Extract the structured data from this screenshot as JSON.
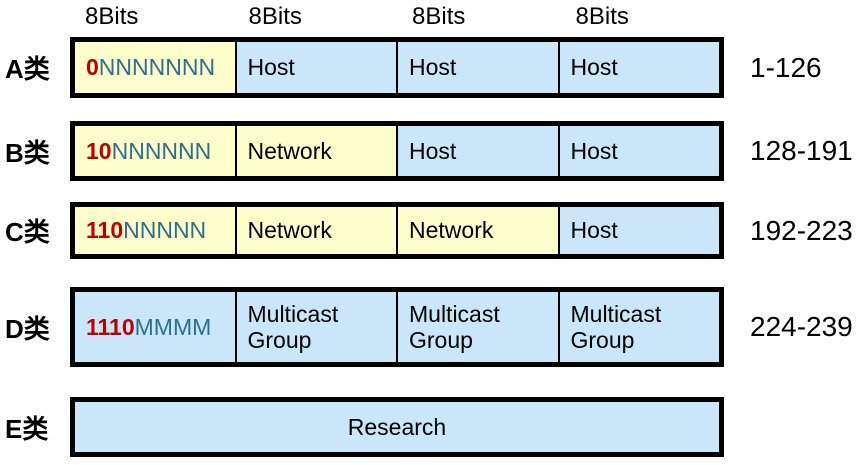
{
  "colors": {
    "yellow": "#FFFFCC",
    "blue": "#C9E7F8",
    "red": "#C00000",
    "teal": "#2E6E8E",
    "border": "#000000"
  },
  "header": {
    "bit_labels": [
      "8Bits",
      "8Bits",
      "8Bits",
      "8Bits"
    ]
  },
  "rows": [
    {
      "label": "A类",
      "range": "1-126",
      "cells": [
        {
          "kind": "bits",
          "prefix": "0",
          "rest": "NNNNNNN",
          "bg": "yellow"
        },
        {
          "kind": "text",
          "text": "Host",
          "bg": "blue"
        },
        {
          "kind": "text",
          "text": "Host",
          "bg": "blue"
        },
        {
          "kind": "text",
          "text": "Host",
          "bg": "blue"
        }
      ]
    },
    {
      "label": "B类",
      "range": "128-191",
      "cells": [
        {
          "kind": "bits",
          "prefix": "10",
          "rest": "NNNNNN",
          "bg": "yellow"
        },
        {
          "kind": "text",
          "text": "Network",
          "bg": "yellow"
        },
        {
          "kind": "text",
          "text": "Host",
          "bg": "blue"
        },
        {
          "kind": "text",
          "text": "Host",
          "bg": "blue"
        }
      ]
    },
    {
      "label": "C类",
      "range": "192-223",
      "cells": [
        {
          "kind": "bits",
          "prefix": "110",
          "rest": "NNNNN",
          "bg": "yellow"
        },
        {
          "kind": "text",
          "text": "Network",
          "bg": "yellow"
        },
        {
          "kind": "text",
          "text": "Network",
          "bg": "yellow"
        },
        {
          "kind": "text",
          "text": "Host",
          "bg": "blue"
        }
      ]
    },
    {
      "label": "D类",
      "range": "224-239",
      "cells": [
        {
          "kind": "bits",
          "prefix": "1110",
          "rest": "MMMM",
          "bg": "blue"
        },
        {
          "kind": "text",
          "text": "Multicast Group",
          "bg": "blue"
        },
        {
          "kind": "text",
          "text": "Multicast Group",
          "bg": "blue"
        },
        {
          "kind": "text",
          "text": "Multicast Group",
          "bg": "blue"
        }
      ]
    },
    {
      "label": "E类",
      "range": "",
      "cells": [
        {
          "kind": "text",
          "text": "Research",
          "bg": "blue",
          "center": true
        }
      ]
    }
  ]
}
